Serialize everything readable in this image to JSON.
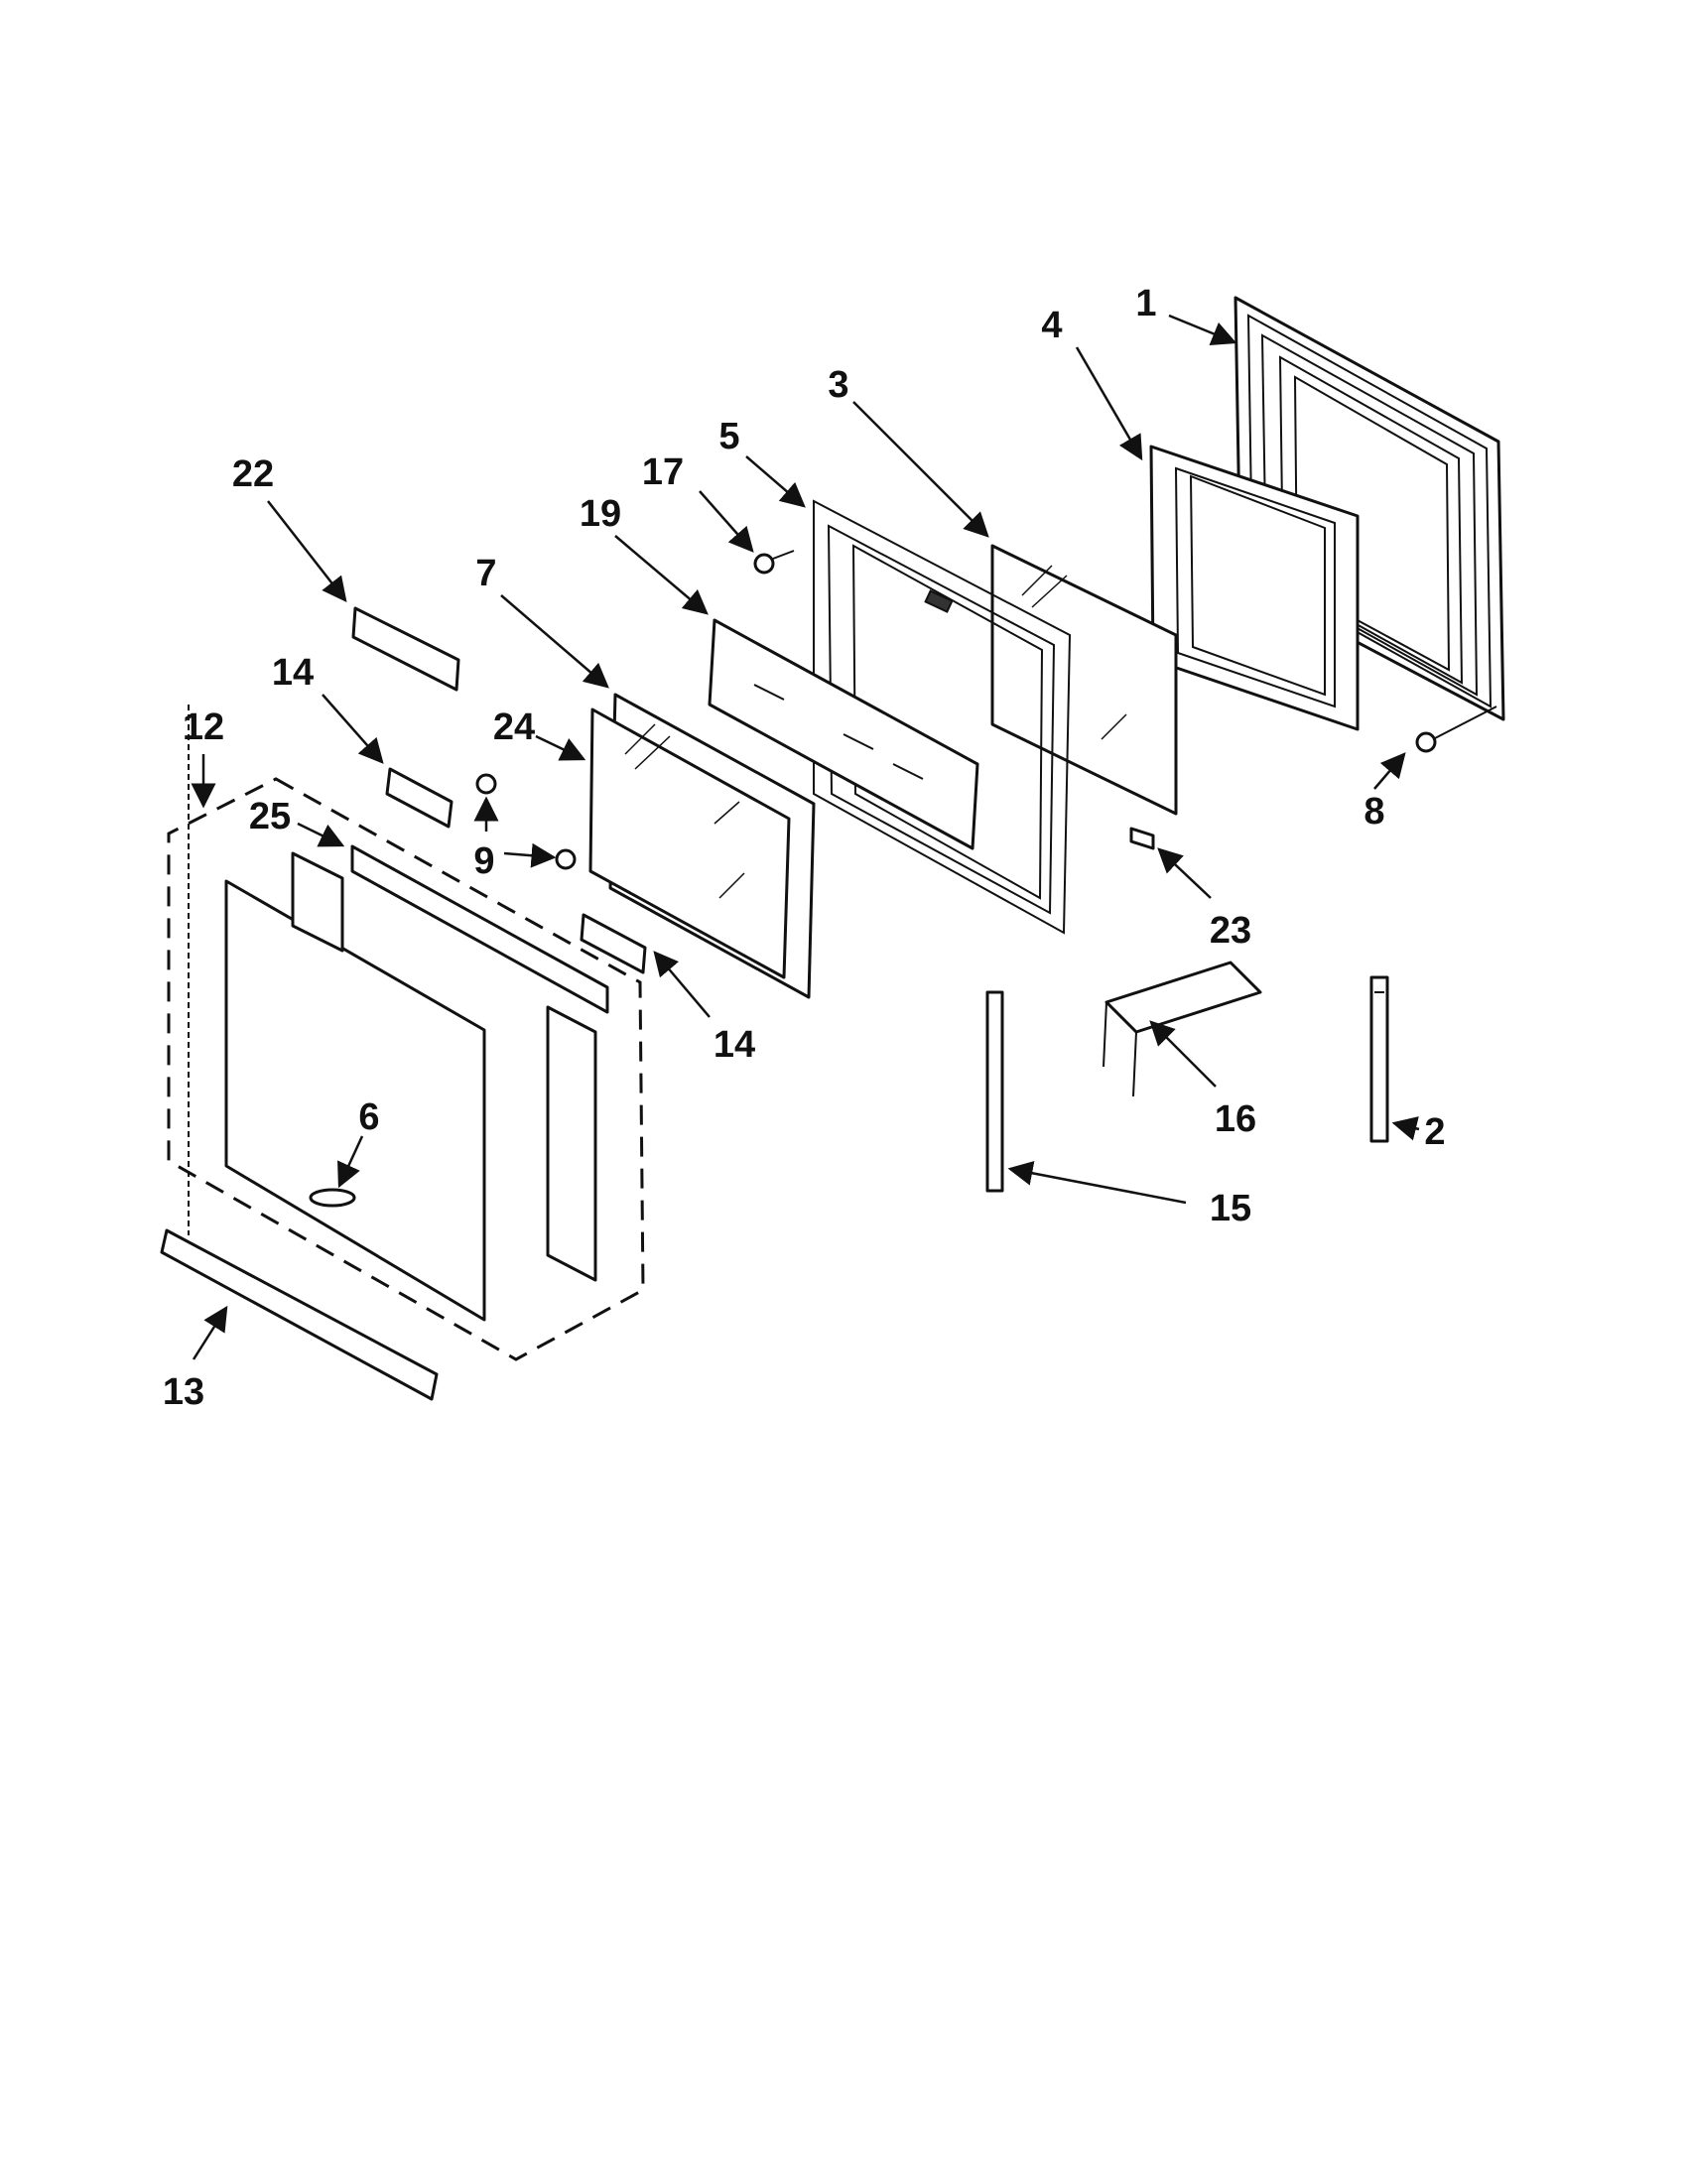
{
  "diagram": {
    "callouts": [
      {
        "id": "1",
        "label": "1"
      },
      {
        "id": "2",
        "label": "2"
      },
      {
        "id": "3",
        "label": "3"
      },
      {
        "id": "4",
        "label": "4"
      },
      {
        "id": "5",
        "label": "5"
      },
      {
        "id": "6",
        "label": "6"
      },
      {
        "id": "7",
        "label": "7"
      },
      {
        "id": "8",
        "label": "8"
      },
      {
        "id": "9",
        "label": "9"
      },
      {
        "id": "12",
        "label": "12"
      },
      {
        "id": "13",
        "label": "13"
      },
      {
        "id": "14a",
        "label": "14"
      },
      {
        "id": "14b",
        "label": "14"
      },
      {
        "id": "15",
        "label": "15"
      },
      {
        "id": "16",
        "label": "16"
      },
      {
        "id": "17",
        "label": "17"
      },
      {
        "id": "19",
        "label": "19"
      },
      {
        "id": "22",
        "label": "22"
      },
      {
        "id": "23",
        "label": "23"
      },
      {
        "id": "24",
        "label": "24"
      },
      {
        "id": "25",
        "label": "25"
      }
    ]
  }
}
